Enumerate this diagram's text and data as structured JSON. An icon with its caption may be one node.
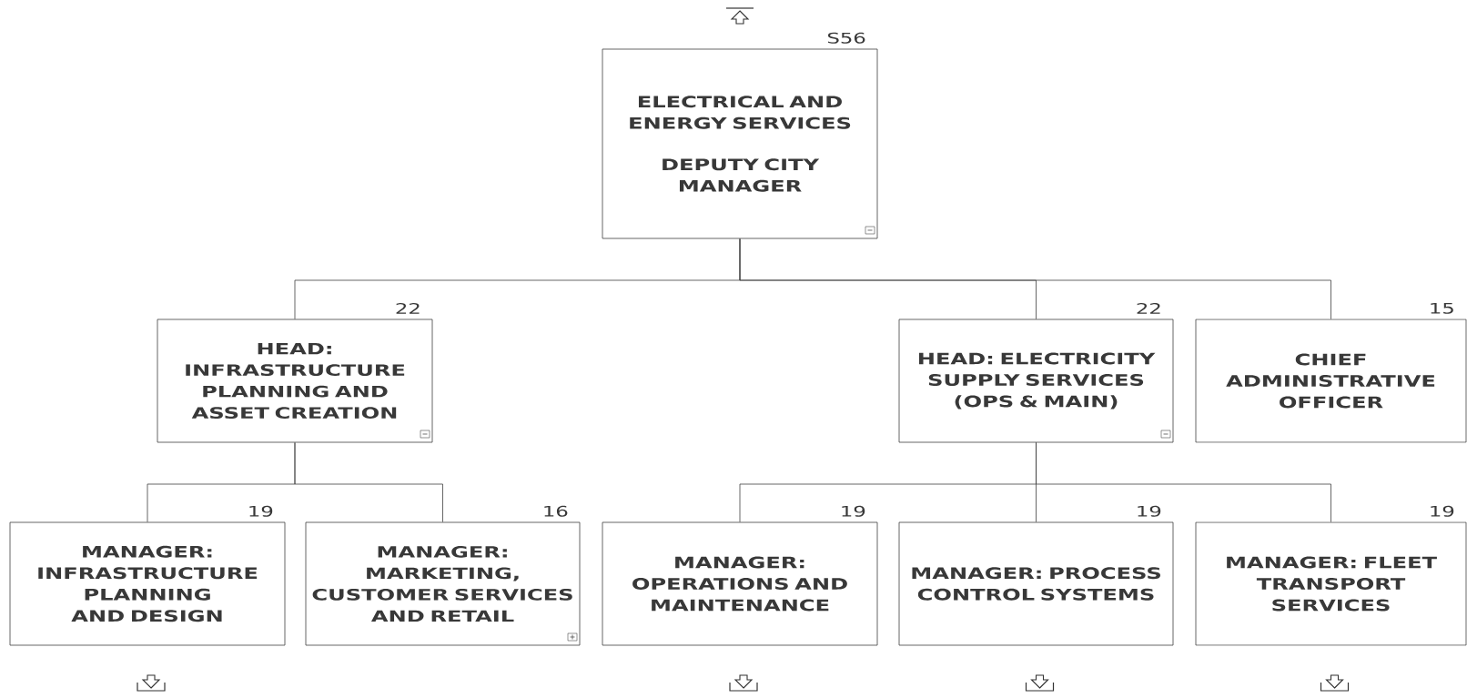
{
  "diagram": {
    "nodes": [
      {
        "text": [
          "ELECTRICAL AND ENERGY SERVICES",
          "DEPUTY CITY MANAGER"
        ],
        "beside": [
          "S56"
        ]
      },
      {
        "text": [
          "HEAD: INFRASTRUCTURE PLANNING AND ASSET CREATION"
        ],
        "beside": [
          "22"
        ]
      },
      {
        "text": [
          "HEAD: ELECTRICITY SUPPLY SERVICES (OPS & MAIN)"
        ],
        "beside": [
          "22"
        ]
      },
      {
        "text": [
          "CHIEF ADMINISTRATIVE OFFICER"
        ],
        "beside": [
          "15"
        ]
      },
      {
        "text": [
          "MANAGER: INFRASTRUCTURE PLANNING AND DESIGN"
        ],
        "beside": [
          "19"
        ]
      },
      {
        "text": [
          "MANAGER: MARKETING, CUSTOMER SERVICES AND RETAIL"
        ],
        "beside": [
          "16"
        ]
      },
      {
        "text": [
          "MANAGER: OPERATIONS AND MAINTENANCE"
        ],
        "beside": [
          "19"
        ]
      },
      {
        "text": [
          "MANAGER: PROCESS CONTROL SYSTEMS"
        ],
        "beside": [
          "19"
        ]
      },
      {
        "text": [
          "MANAGER: FLEET TRANSPORT SERVICES"
        ],
        "beside": [
          "19"
        ]
      }
    ],
    "edges": [
      {
        "from": 0,
        "to": 1,
        "arrow": "none"
      },
      {
        "from": 0,
        "to": 2,
        "arrow": "none"
      },
      {
        "from": 0,
        "to": 3,
        "arrow": "none"
      },
      {
        "from": 1,
        "to": 4,
        "arrow": "none"
      },
      {
        "from": 1,
        "to": 5,
        "arrow": "none"
      },
      {
        "from": 2,
        "to": 6,
        "arrow": "none"
      },
      {
        "from": 2,
        "to": 7,
        "arrow": "none"
      },
      {
        "from": 2,
        "to": 8,
        "arrow": "none"
      }
    ]
  }
}
